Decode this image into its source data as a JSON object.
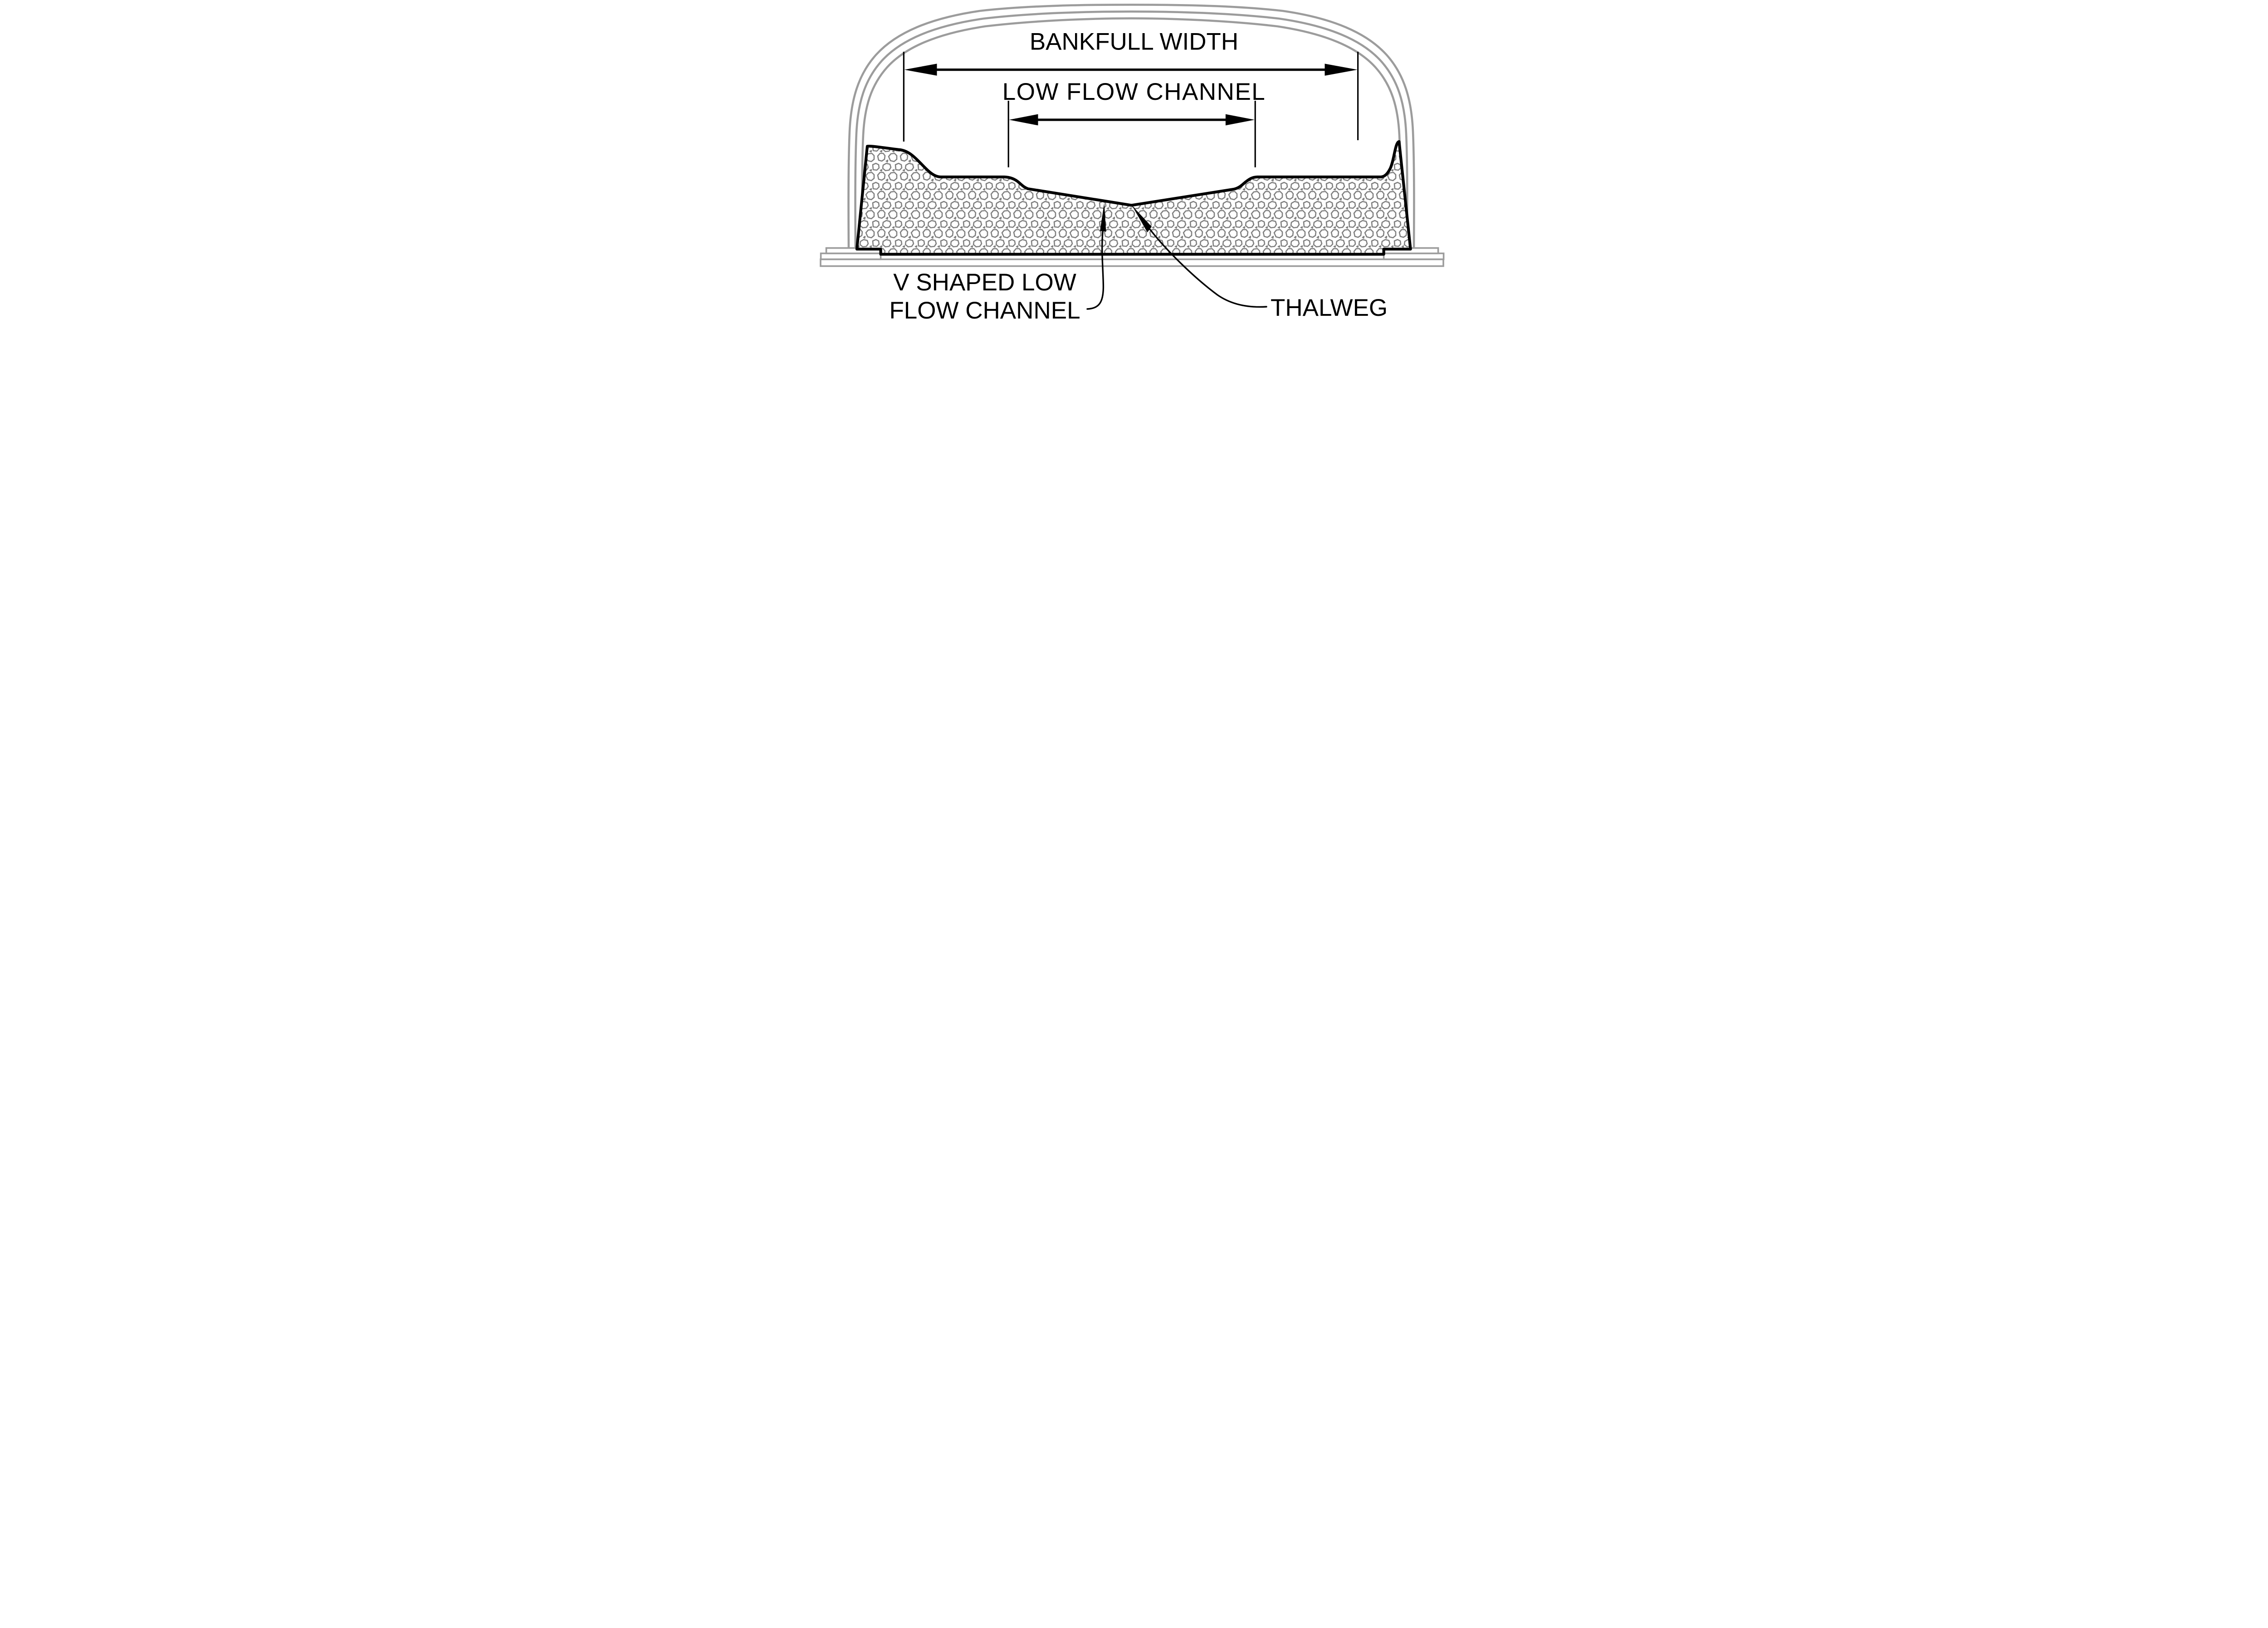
{
  "diagram": {
    "labels": {
      "bankfull_width": "BANKFULL WIDTH",
      "low_flow_channel": "LOW FLOW CHANNEL",
      "v_shaped_line1": "V SHAPED LOW",
      "v_shaped_line2": "FLOW CHANNEL",
      "thalweg": "THALWEG"
    },
    "colors": {
      "line_black": "#000000",
      "structure_gray": "#9c9c9c",
      "stone_gray": "#7f7f7f",
      "background": "#ffffff"
    }
  }
}
